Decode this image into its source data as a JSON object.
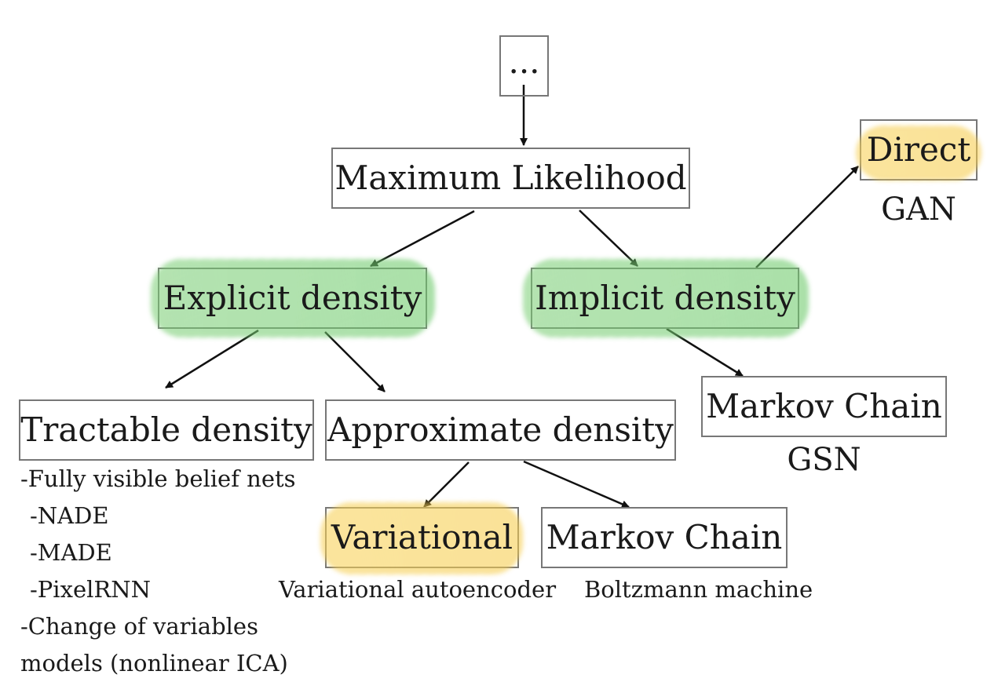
{
  "nodes": {
    "root": "...",
    "maximum_likelihood": "Maximum Likelihood",
    "explicit_density": "Explicit density",
    "implicit_density": "Implicit density",
    "direct": "Direct",
    "tractable_density": "Tractable density",
    "approximate_density": "Approximate density",
    "markov_chain_implicit": "Markov Chain",
    "variational": "Variational",
    "markov_chain_approx": "Markov Chain"
  },
  "labels": {
    "gan": "GAN",
    "gsn": "GSN",
    "variational_autoencoder": "Variational autoencoder",
    "boltzmann_machine": "Boltzmann machine"
  },
  "tractable_models": [
    "-Fully visible belief nets",
    " -NADE",
    " -MADE",
    " -PixelRNN",
    "-Change of variables",
    "models (nonlinear ICA)"
  ],
  "highlight_colors": {
    "green": "#7fd07a",
    "yellow": "#f5cc55"
  }
}
